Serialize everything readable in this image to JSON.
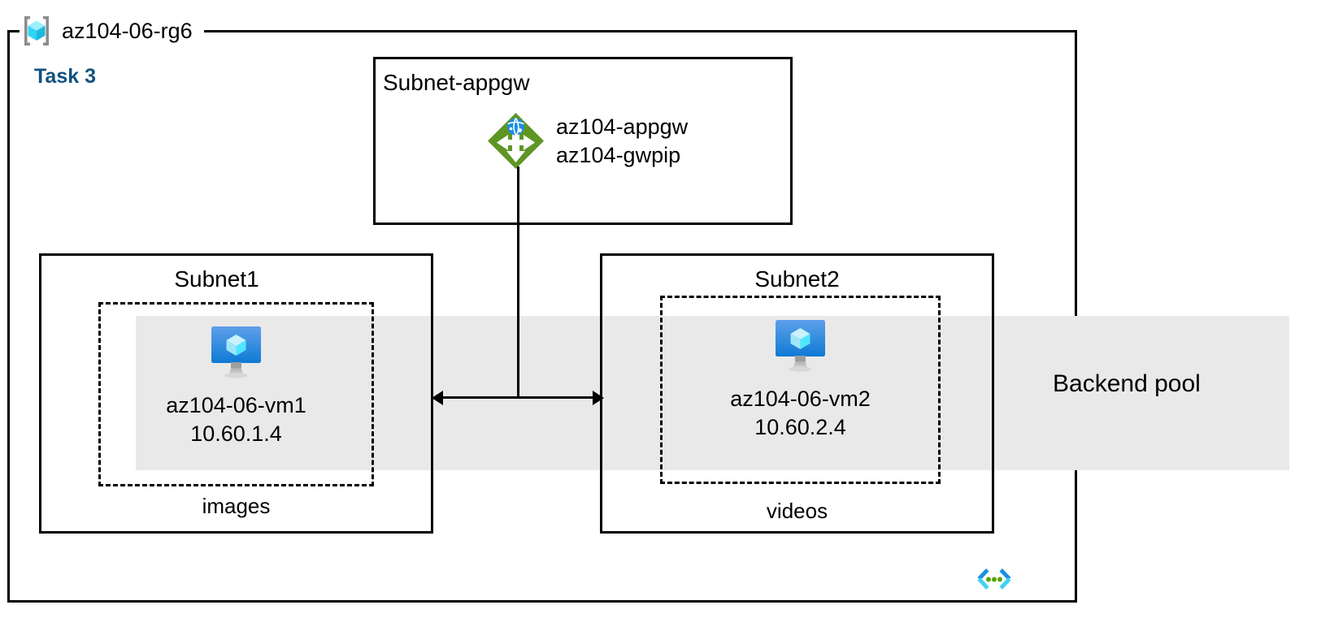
{
  "diagram": {
    "resource_group": {
      "name": "az104-06-rg6",
      "icon": "resource-group-icon"
    },
    "task_label": "Task 3",
    "appgw_subnet": {
      "title": "Subnet-appgw",
      "icon": "application-gateway-icon",
      "resources": [
        "az104-appgw",
        "az104-gwpip"
      ]
    },
    "subnets": [
      {
        "title": "Subnet1",
        "footer": "images",
        "vm": {
          "icon": "virtual-machine-icon",
          "name": "az104-06-vm1",
          "ip": "10.60.1.4"
        }
      },
      {
        "title": "Subnet2",
        "footer": "videos",
        "vm": {
          "icon": "virtual-machine-icon",
          "name": "az104-06-vm2",
          "ip": "10.60.2.4"
        }
      }
    ],
    "backend_pool": {
      "label": "Backend pool",
      "band_color": "#E9E9E9"
    },
    "code_icon": "code-brackets-icon",
    "colors": {
      "task_blue": "#11517E",
      "appgw_green": "#5E9624",
      "vm_blue": "#1B7EDB",
      "cube_cyan": "#50E6FF",
      "bracket_gray": "#8C8C8C",
      "code_blue": "#1B8FE0",
      "code_cyan": "#3FD2F7",
      "code_green": "#57A300",
      "line_black": "#000000"
    }
  }
}
